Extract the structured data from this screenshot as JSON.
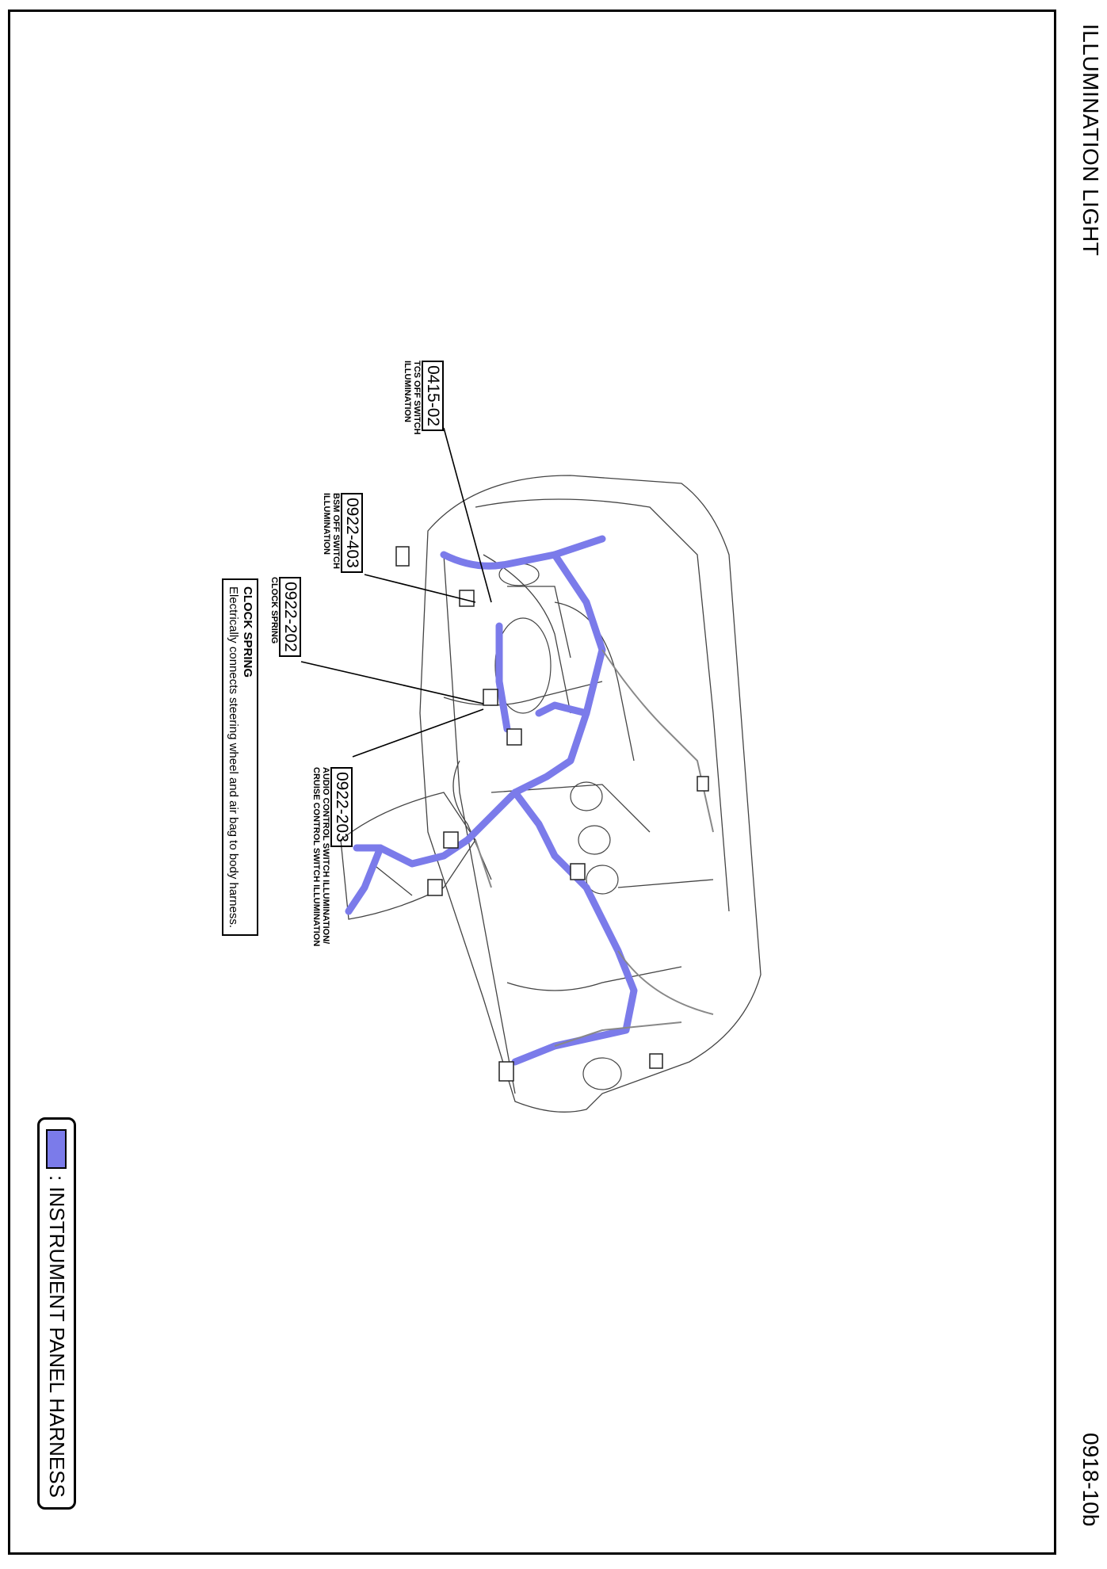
{
  "header": {
    "title": "ILLUMINATION LIGHT",
    "page_code": "0918-10b"
  },
  "callouts": [
    {
      "code": "0415-02",
      "lines": [
        "TCS OFF SWITCH",
        "ILLUMINATION"
      ]
    },
    {
      "code": "0922-403",
      "lines": [
        "BSM OFF SWITCH",
        "ILLUMINATION"
      ]
    },
    {
      "code": "0922-202",
      "lines": [
        "CLOCK SPRING"
      ]
    },
    {
      "code": "0922-203",
      "lines": [
        "AUDIO CONTROL SWITCH ILLUMINATION/",
        "CRUISE CONTROL SWITCH ILLUMINATION"
      ]
    }
  ],
  "note": {
    "heading": "CLOCK SPRING",
    "text": "Electrically connects steering wheel and air bag to body harness."
  },
  "legend": {
    "label": ": INSTRUMENT PANEL HARNESS",
    "color": "#7b7bea"
  },
  "colors": {
    "harness": "#7b7bea",
    "outline": "#333333"
  }
}
